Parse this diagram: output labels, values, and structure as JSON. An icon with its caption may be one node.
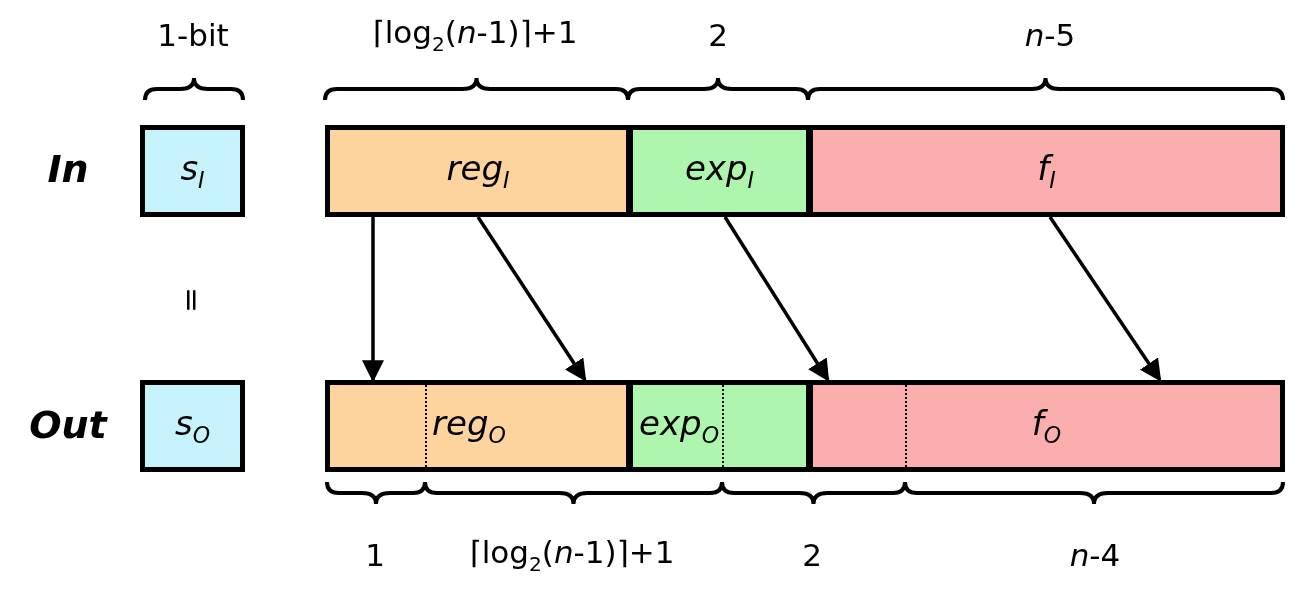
{
  "diagram": {
    "nodes": [
      {
        "text": [
          "s$_{I}$"
        ]
      },
      {
        "text": [
          "reg$_{I}$"
        ]
      },
      {
        "text": [
          "exp$_{I}$"
        ]
      },
      {
        "text": [
          "f$_{I}$"
        ]
      },
      {
        "text": [
          "s$_{O}$"
        ]
      },
      {
        "text": [
          "reg$_{O}$"
        ]
      },
      {
        "text": [
          "exp$_{O}$"
        ]
      },
      {
        "text": [
          "f$_{O}$"
        ]
      }
    ],
    "edges": [
      {
        "from": 1,
        "to": 5,
        "arrow": "to"
      },
      {
        "from": 1,
        "to": 5,
        "arrow": "to"
      },
      {
        "from": 2,
        "to": 7,
        "arrow": "to"
      },
      {
        "from": 3,
        "to": 7,
        "arrow": "to"
      }
    ],
    "labels": [
      "1-bit",
      "⌈log$_{2}$(*n*-1)⌉+1",
      "2",
      "*n*-5",
      "In",
      "=",
      "Out",
      "1",
      "⌈log$_{2}$(*n*-1)⌉+1",
      "2",
      "*n*-4"
    ]
  }
}
